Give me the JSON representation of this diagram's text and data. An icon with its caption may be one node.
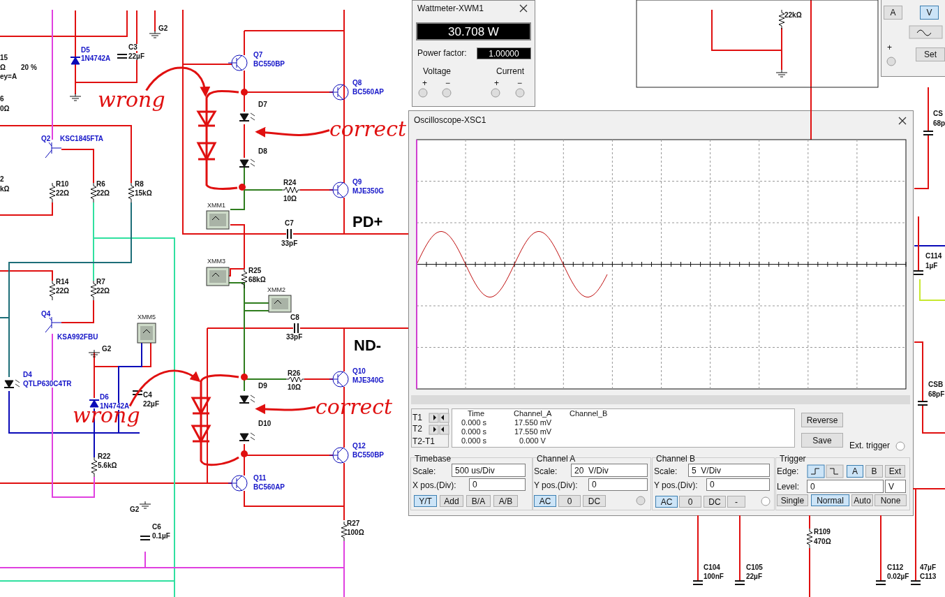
{
  "diagram": {
    "nodes": [
      {
        "text": [
          "wrong"
        ]
      },
      {
        "text": [
          "correct"
        ]
      },
      {
        "text": [
          "correct"
        ]
      },
      {
        "text": [
          "wrong"
        ]
      },
      {
        "text": [],
        "shape": "picture"
      },
      {
        "text": [],
        "shape": "picture"
      },
      {
        "text": [],
        "shape": "diode"
      },
      {
        "text": [],
        "shape": "diode"
      }
    ],
    "edges": [
      {
        "from": 0,
        "to": 4,
        "arrow": "to"
      },
      {
        "from": 1,
        "to": 6,
        "arrow": "to"
      },
      {
        "from": 2,
        "to": 7,
        "arrow": "to"
      },
      {
        "from": 3,
        "to": 5,
        "arrow": "to"
      }
    ],
    "labels": [
      "G2",
      "D5",
      "C3",
      "15",
      "1N4742A",
      "22µF",
      "Ω",
      "20 %",
      "ey=A",
      "6",
      "0Ω",
      "Q2",
      "KSC1845FTA",
      "2",
      "R10",
      "R6",
      "R8",
      "kΩ",
      "22Ω",
      "22Ω",
      "15kΩ",
      "R14",
      "R7",
      "22Ω",
      "22Ω",
      "Q4",
      "XMM5",
      "KSA992FBU",
      "G2",
      "D4",
      "QTLP630C4TR",
      "D6",
      "C4",
      "1N4742A",
      "22µF",
      "R22",
      "5.6kΩ",
      "G2",
      "C6",
      "0.1µF",
      "Q7",
      "BC550BP",
      "Q8",
      "BC560AP",
      "D7",
      "D8",
      "R24",
      "10Ω",
      "Q9",
      "MJE350G",
      "XMM1",
      "C7",
      "33pF",
      "PD+",
      "XMM3",
      "R25",
      "68kΩ",
      "XMM2",
      "C8",
      "33pF",
      "ND-",
      "R26",
      "10Ω",
      "Q10",
      "MJE340G",
      "D9",
      "D10",
      "Q12",
      "BC550BP",
      "Q11",
      "BC560AP",
      "R27",
      "100Ω",
      "22kΩ",
      "CS",
      "68p",
      "C114",
      "1µF",
      "CSB",
      "68pF",
      "R109",
      "470Ω",
      "C104",
      "100nF",
      "C105",
      "22µF",
      "C112",
      "0.02µF",
      "47µF",
      "C113",
      "A",
      "V",
      "+",
      "Set",
      "Wattmeter-XWM1",
      "30.708 W",
      "Power factor:",
      "1.00000",
      "Voltage",
      "Current",
      "+",
      "−",
      "+",
      "−",
      "Oscilloscope-XSC1",
      "T1",
      "T2",
      "T2-T1",
      "Time",
      "Channel_A",
      "Channel_B",
      "0.000 s",
      "17.550 mV",
      "0.000 s",
      "17.550 mV",
      "0.000 s",
      "0.000 V",
      "Reverse",
      "Save",
      "Ext. trigger",
      "Timebase",
      "Scale:",
      "500 us/Div",
      "X pos.(Div):",
      "0",
      "Y/T",
      "Add",
      "B/A",
      "A/B",
      "Channel A",
      "Scale:",
      "20  V/Div",
      "Y pos.(Div):",
      "0",
      "AC",
      "0",
      "DC",
      "Channel B",
      "Scale:",
      "5  V/Div",
      "Y pos.(Div):",
      "0",
      "AC",
      "0",
      "DC",
      "-",
      "Trigger",
      "Edge:",
      "A",
      "B",
      "Ext",
      "Level:",
      "0",
      "V",
      "Single",
      "Normal",
      "Auto",
      "None"
    ]
  }
}
